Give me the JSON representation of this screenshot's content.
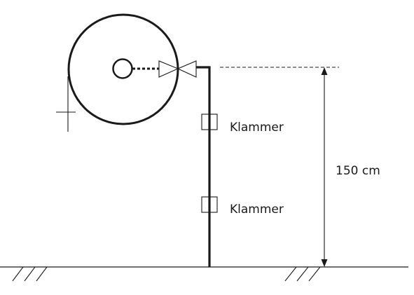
{
  "labels": {
    "clamp_upper": "Klammer",
    "clamp_lower": "Klammer",
    "height": "150 cm"
  },
  "colors": {
    "line": "#1a1a1a",
    "background": "#ffffff"
  },
  "icons": {
    "reel": "hose-reel-icon",
    "valve": "valve-icon",
    "clamp": "clamp-icon"
  }
}
